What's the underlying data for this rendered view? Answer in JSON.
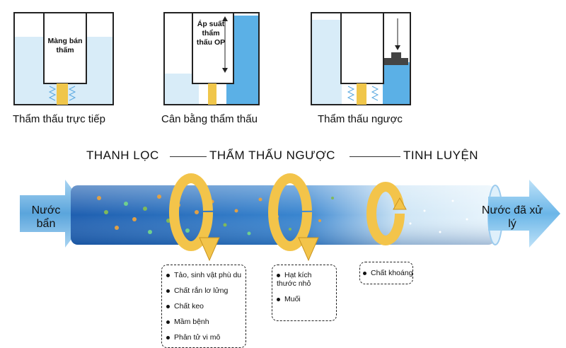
{
  "panels": [
    {
      "membrane_label": "Màng bán thấm",
      "caption": "Thẩm thấu trực tiếp"
    },
    {
      "membrane_label": "Áp suất thẩm thấu OP",
      "caption": "Cân bằng thẩm thấu"
    },
    {
      "membrane_label": "",
      "caption": "Thẩm thấu ngược"
    }
  ],
  "stages": [
    "THANH LỌC",
    "THẨM THẤU NGƯỢC",
    "TINH LUYỆN"
  ],
  "input_label": "Nước bẩn",
  "output_label": "Nước đã xử lý",
  "box1_items": [
    "Tảo, sinh vật phù du",
    "Chất rắn lơ lửng",
    "Chất keo",
    "Mầm bệnh",
    "Phân tử vi mô"
  ],
  "box2_items": [
    "Hạt kích thước nhỏ",
    "Muối"
  ],
  "box3_items": [
    "Chất khoáng"
  ],
  "colors": {
    "water_light": "#d8ecf8",
    "water_blue": "#5bb0e6",
    "tube_blue": "#2f78c8",
    "ring_yellow": "#f3c44a"
  }
}
